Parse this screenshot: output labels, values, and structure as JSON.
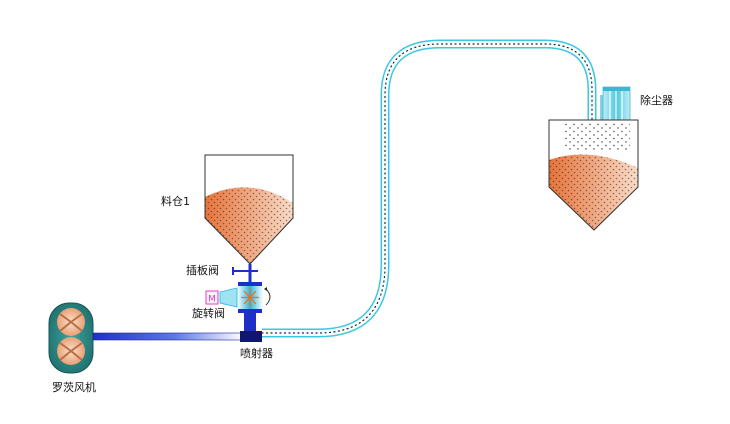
{
  "labels": {
    "silo1": "料仓1",
    "gate_valve": "插板阀",
    "rotary_valve": "旋转阀",
    "motor": "M",
    "ejector": "喷射器",
    "roots_blower": "罗茨风机",
    "dust_collector": "除尘器"
  },
  "colors": {
    "pipe_outline": "#3cc6e0",
    "pipe_fill": "#f3fdff",
    "material_orange": "#e8733a",
    "material_peach": "#f6c9ae",
    "blue_pipe": "#1e2fc8",
    "blower_body": "#2f8f8c",
    "valve_cyan": "#27b8e6",
    "motor_magenta": "#e040c0",
    "filter_cyan": "#6fd6e6"
  }
}
